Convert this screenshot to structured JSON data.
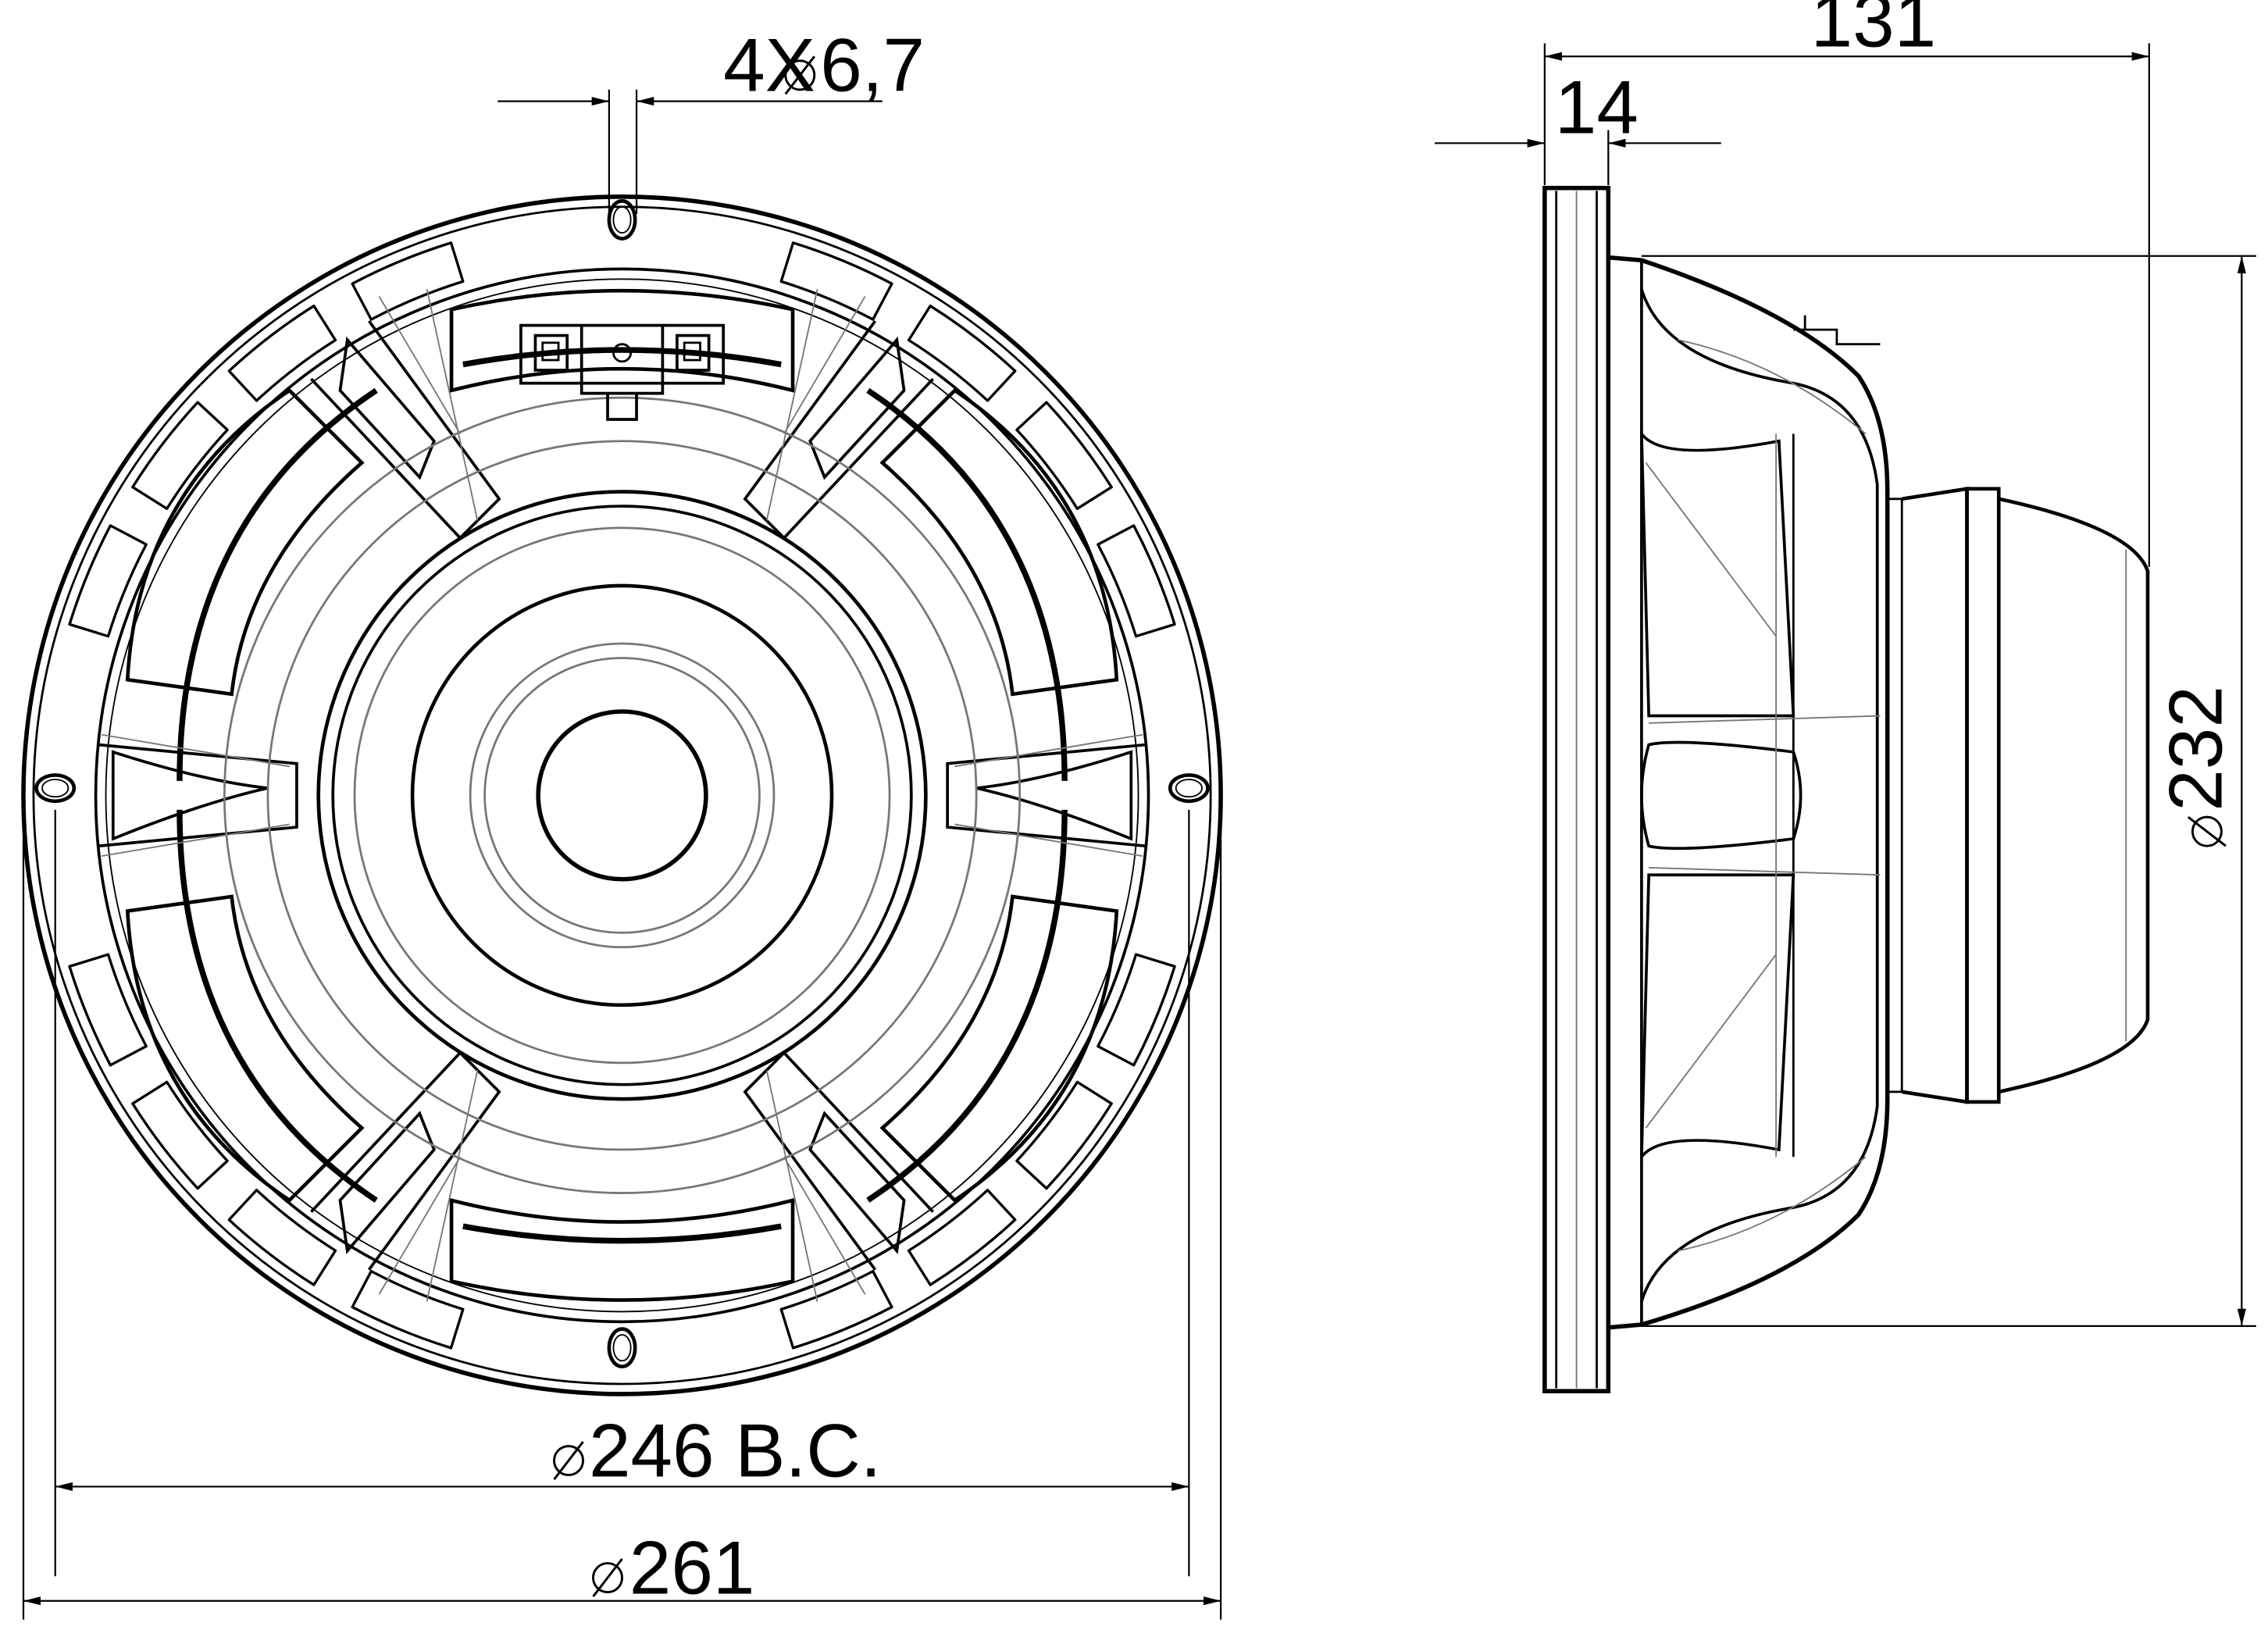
{
  "dimensions": {
    "hole_callout": "4X",
    "hole_diameter": "6,7",
    "bolt_circle": "246 B.C.",
    "outer_diameter": "261",
    "overall_depth": "131",
    "flange_thickness": "14",
    "basket_diameter": "232"
  },
  "colors": {
    "line": "#000000",
    "hidden_line": "#777777",
    "background": "#ffffff"
  },
  "symbols": {
    "diameter": "diameter-symbol"
  }
}
